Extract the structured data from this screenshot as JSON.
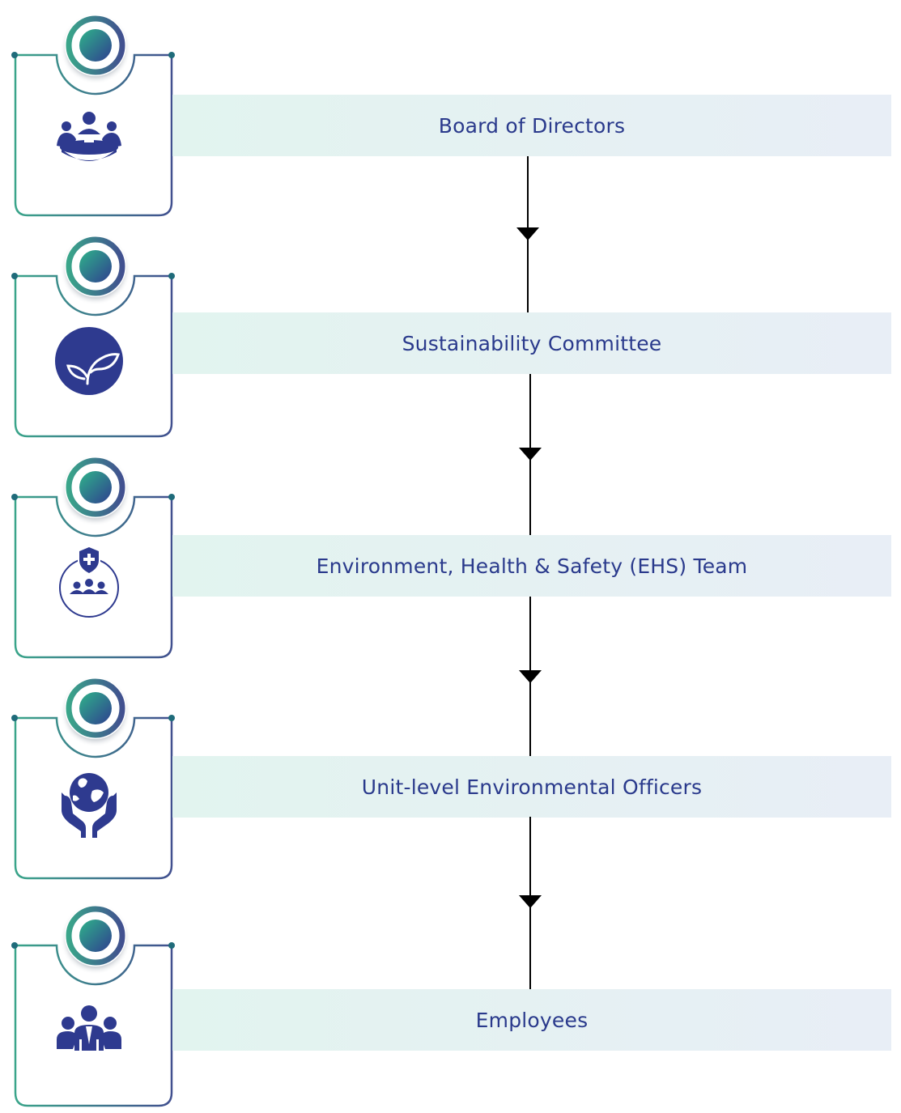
{
  "colors": {
    "label": "#2a3a8c",
    "icon": "#2e3a8f",
    "frame_green": "#3aa58a",
    "frame_blue": "#41508f",
    "bar_left": "#e2f4ef",
    "bar_right": "#e8eef6",
    "arrow": "#000000"
  },
  "tiers": [
    {
      "label": "Board of Directors",
      "icon": "boardroom-meeting-icon"
    },
    {
      "label": "Sustainability Committee",
      "icon": "leaf-circle-icon"
    },
    {
      "label": "Environment, Health & Safety (EHS) Team",
      "icon": "safety-shield-team-icon"
    },
    {
      "label": "Unit-level Environmental Officers",
      "icon": "globe-hands-icon"
    },
    {
      "label": "Employees",
      "icon": "employees-group-icon"
    }
  ]
}
